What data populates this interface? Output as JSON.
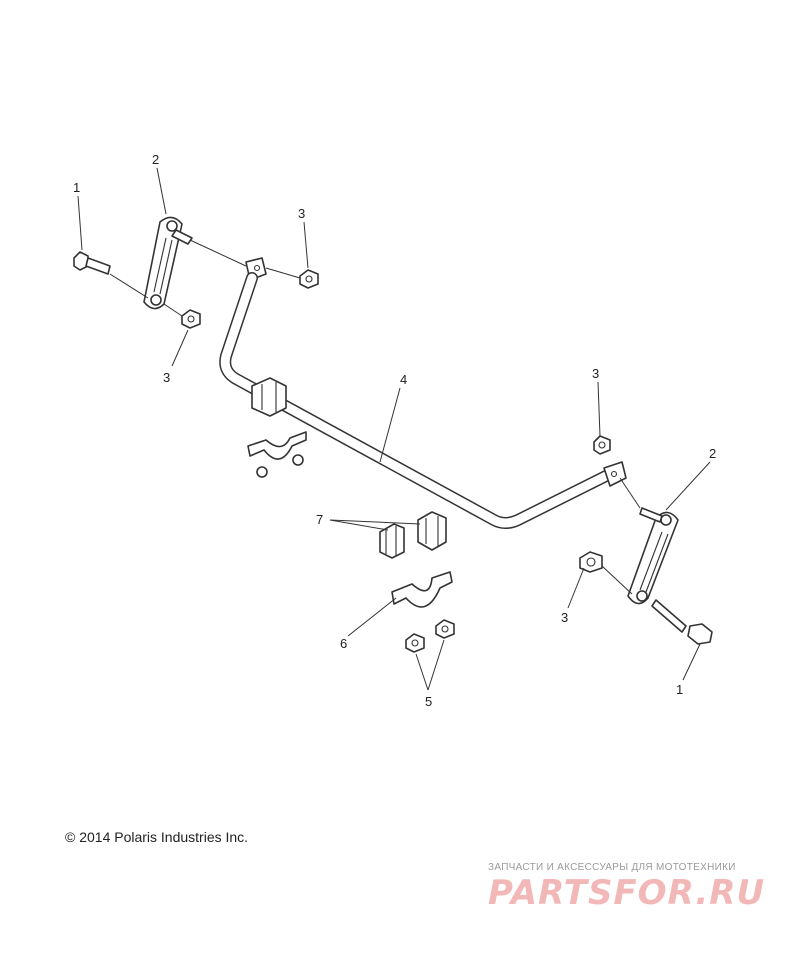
{
  "callouts": {
    "c1_left": "1",
    "c2_left": "2",
    "c3_top_left": "3",
    "c3_left_nut": "3",
    "c4": "4",
    "c3_top_right": "3",
    "c2_right": "2",
    "c7": "7",
    "c3_right_nut": "3",
    "c6": "6",
    "c1_right": "1",
    "c5": "5"
  },
  "footer": {
    "copyright": "© 2014 Polaris Industries Inc."
  },
  "watermark": {
    "tagline": "ЗАПЧАСТИ И АКСЕССУАРЫ ДЛЯ МОТОТЕХНИКИ",
    "logo": "PARTSFOR.RU"
  },
  "colors": {
    "line": "#333333",
    "watermark_logo": "#f2b8b8"
  }
}
